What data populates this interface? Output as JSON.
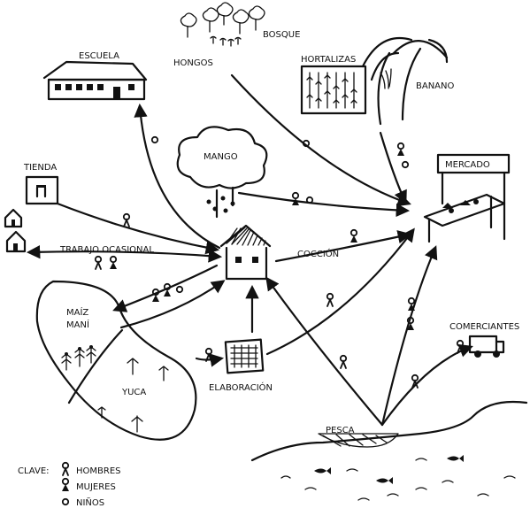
{
  "nodes": {
    "escuela": "ESCUELA",
    "bosque": "BOSQUE",
    "hongos": "HONGOS",
    "hortalizas": "HORTALIZAS",
    "banano": "BANANO",
    "tienda": "TIENDA",
    "mango": "MANGO",
    "mercado": "MERCADO",
    "trabajo": "TRABAJO OCASIONAL",
    "coccion": "COCCIÓN",
    "maiz": "MAÍZ",
    "mani": "MANÍ",
    "yuca": "YUCA",
    "elaboracion": "ELABORACIÓN",
    "comerciantes": "COMERCIANTES",
    "pesca": "PESCA"
  },
  "legend": {
    "title": "CLAVE:",
    "men": "HOMBRES",
    "women": "MUJERES",
    "children": "NIÑOS"
  },
  "colors": {
    "ink": "#111111",
    "paper": "#ffffff"
  }
}
